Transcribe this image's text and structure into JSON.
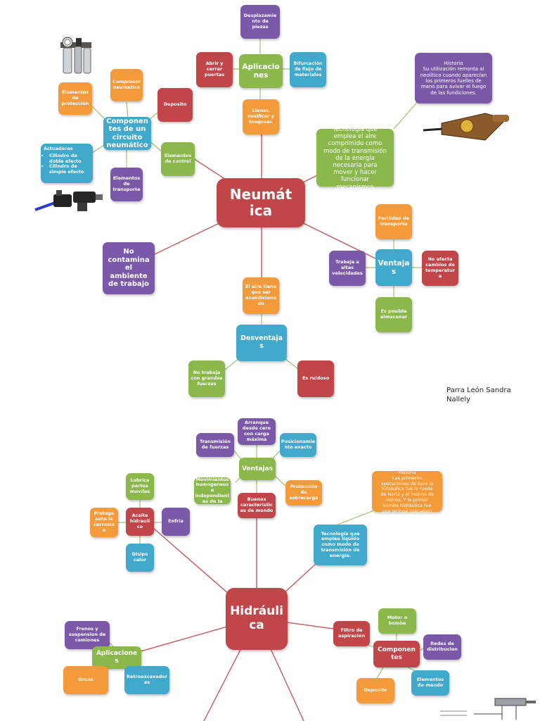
{
  "neumatica": {
    "title": "Neumát\nica",
    "aplicaciones": {
      "title": "Aplicacio\nnes",
      "desplazamiento": "Desplazamie\nnto de\npiezas",
      "abrir": "Abrir y\ncerrar\npuertas",
      "bifurcacion": "Bifurcación\nde flujo de\nmateriales",
      "llenar": "Llenar,\ndosificar y\nbloquear."
    },
    "componentes": {
      "title": "Componen\ntes de un\ncircuito\nneumático",
      "elementos_proteccion": "Elementos\nde\nprotección",
      "compresor": "Compresor\nneumatico",
      "deposito": "Deposito",
      "elementos_control": "Elementos\nde control",
      "elementos_transporte": "Elementos\nde\ntransporte",
      "actuadores_title": "Actuadores",
      "actuadores_items": [
        "Cilindro de doble efecto",
        "Cilindro de simple efecto"
      ]
    },
    "historia": "Historia\nSu utilización remonta al\nneolítico cuando aparecían\nlos primeros fuelles de\nmano para avivar el fuego\nde las fundiciones.",
    "definicion": "Tecnología que\nemplea el aire\ncomprimido como\nmodo de transmisión\nde la energía\nnecesaria para\nmover y hacer\nfuncionar\nmecanismos",
    "ventajas": {
      "title": "Ventaja\ns",
      "facilidad": "Facilidad de\ntransporte",
      "velocidades": "Trabaja a\naltas\nvelocidades",
      "temperatura": "No afecta\ncambios de\ntemperatur\na",
      "almacenar": "Es posible\nalmacenar"
    },
    "no_contamina": "No\ncontamina\nel\nambiente\nde trabajo",
    "desventajas": {
      "title": "Desventaja\ns",
      "acondicionado": "El aire tiene\nque ser\nacondiciona\ndo",
      "grandes_fuerzas": "No trabaja\ncon grandes\nfuerzas",
      "ruidoso": "Es ruidoso"
    }
  },
  "author": "Parra León Sandra\nNallely",
  "hidraulica": {
    "title": "Hidráuli\nca",
    "ventajas": {
      "title": "Ventajas",
      "arranque": "Arranque\ndesde cero\ncon carga\nmáxima",
      "transmision": "Transmisión\nde fuerzas",
      "posicionamiento": "Posicionamie\nnto exacto",
      "homogeneos": "Movimientos\nhomogeneos\ne\nindependient\nes de la",
      "proteccion": "Protección\nde\nsobrecarga",
      "buenas": "Buenas\ncaracteristic\nas de mando"
    },
    "aceite": {
      "title": "Aceite\nhidrauli\nco",
      "lubrica": "Lubrica\npartes\nmoviles",
      "protege": "Protege\nante la\ncorrosio\nn",
      "enfria": "Enfria",
      "disipa": "Disipa\ncalor"
    },
    "historia": "Historia\nLas primeras\naplicaciones de tuvo la\nhidráulica fue la rueda\nde Noria y el molino de\nviento. Y la primer\nbomba hidráulica fue\nuna jeringa (pájuelas)",
    "definicion": "Tecnología que\nemplea líquido\ncomo modo de\ntransmisión de\nenergía.",
    "aplicaciones": {
      "title": "Aplicacione\ns",
      "frenos": "Frenos y\nsuspension de\ncamiones",
      "gruas": "Gruas",
      "retroexcavadoras": "Retroexcavador\nas"
    },
    "componentes": {
      "title": "Componen\ntes",
      "filtro": "Filtro de\naspiración",
      "motor": "Motor o\nbomba",
      "redes": "Redes de\ndistribucion",
      "deposito": "Deposito",
      "elementos_mando": "Elementos\nde mando"
    }
  },
  "colors": {
    "purple": "#7b58a8",
    "red": "#c0464a",
    "green": "#8ab84a",
    "orange": "#f39a3a",
    "blue": "#40a9cc",
    "connector": "#c96363"
  },
  "images": [
    "air-filter-regulator-image",
    "pneumatic-cylinders-image",
    "hand-bellows-image",
    "hydraulic-circuit-image"
  ]
}
